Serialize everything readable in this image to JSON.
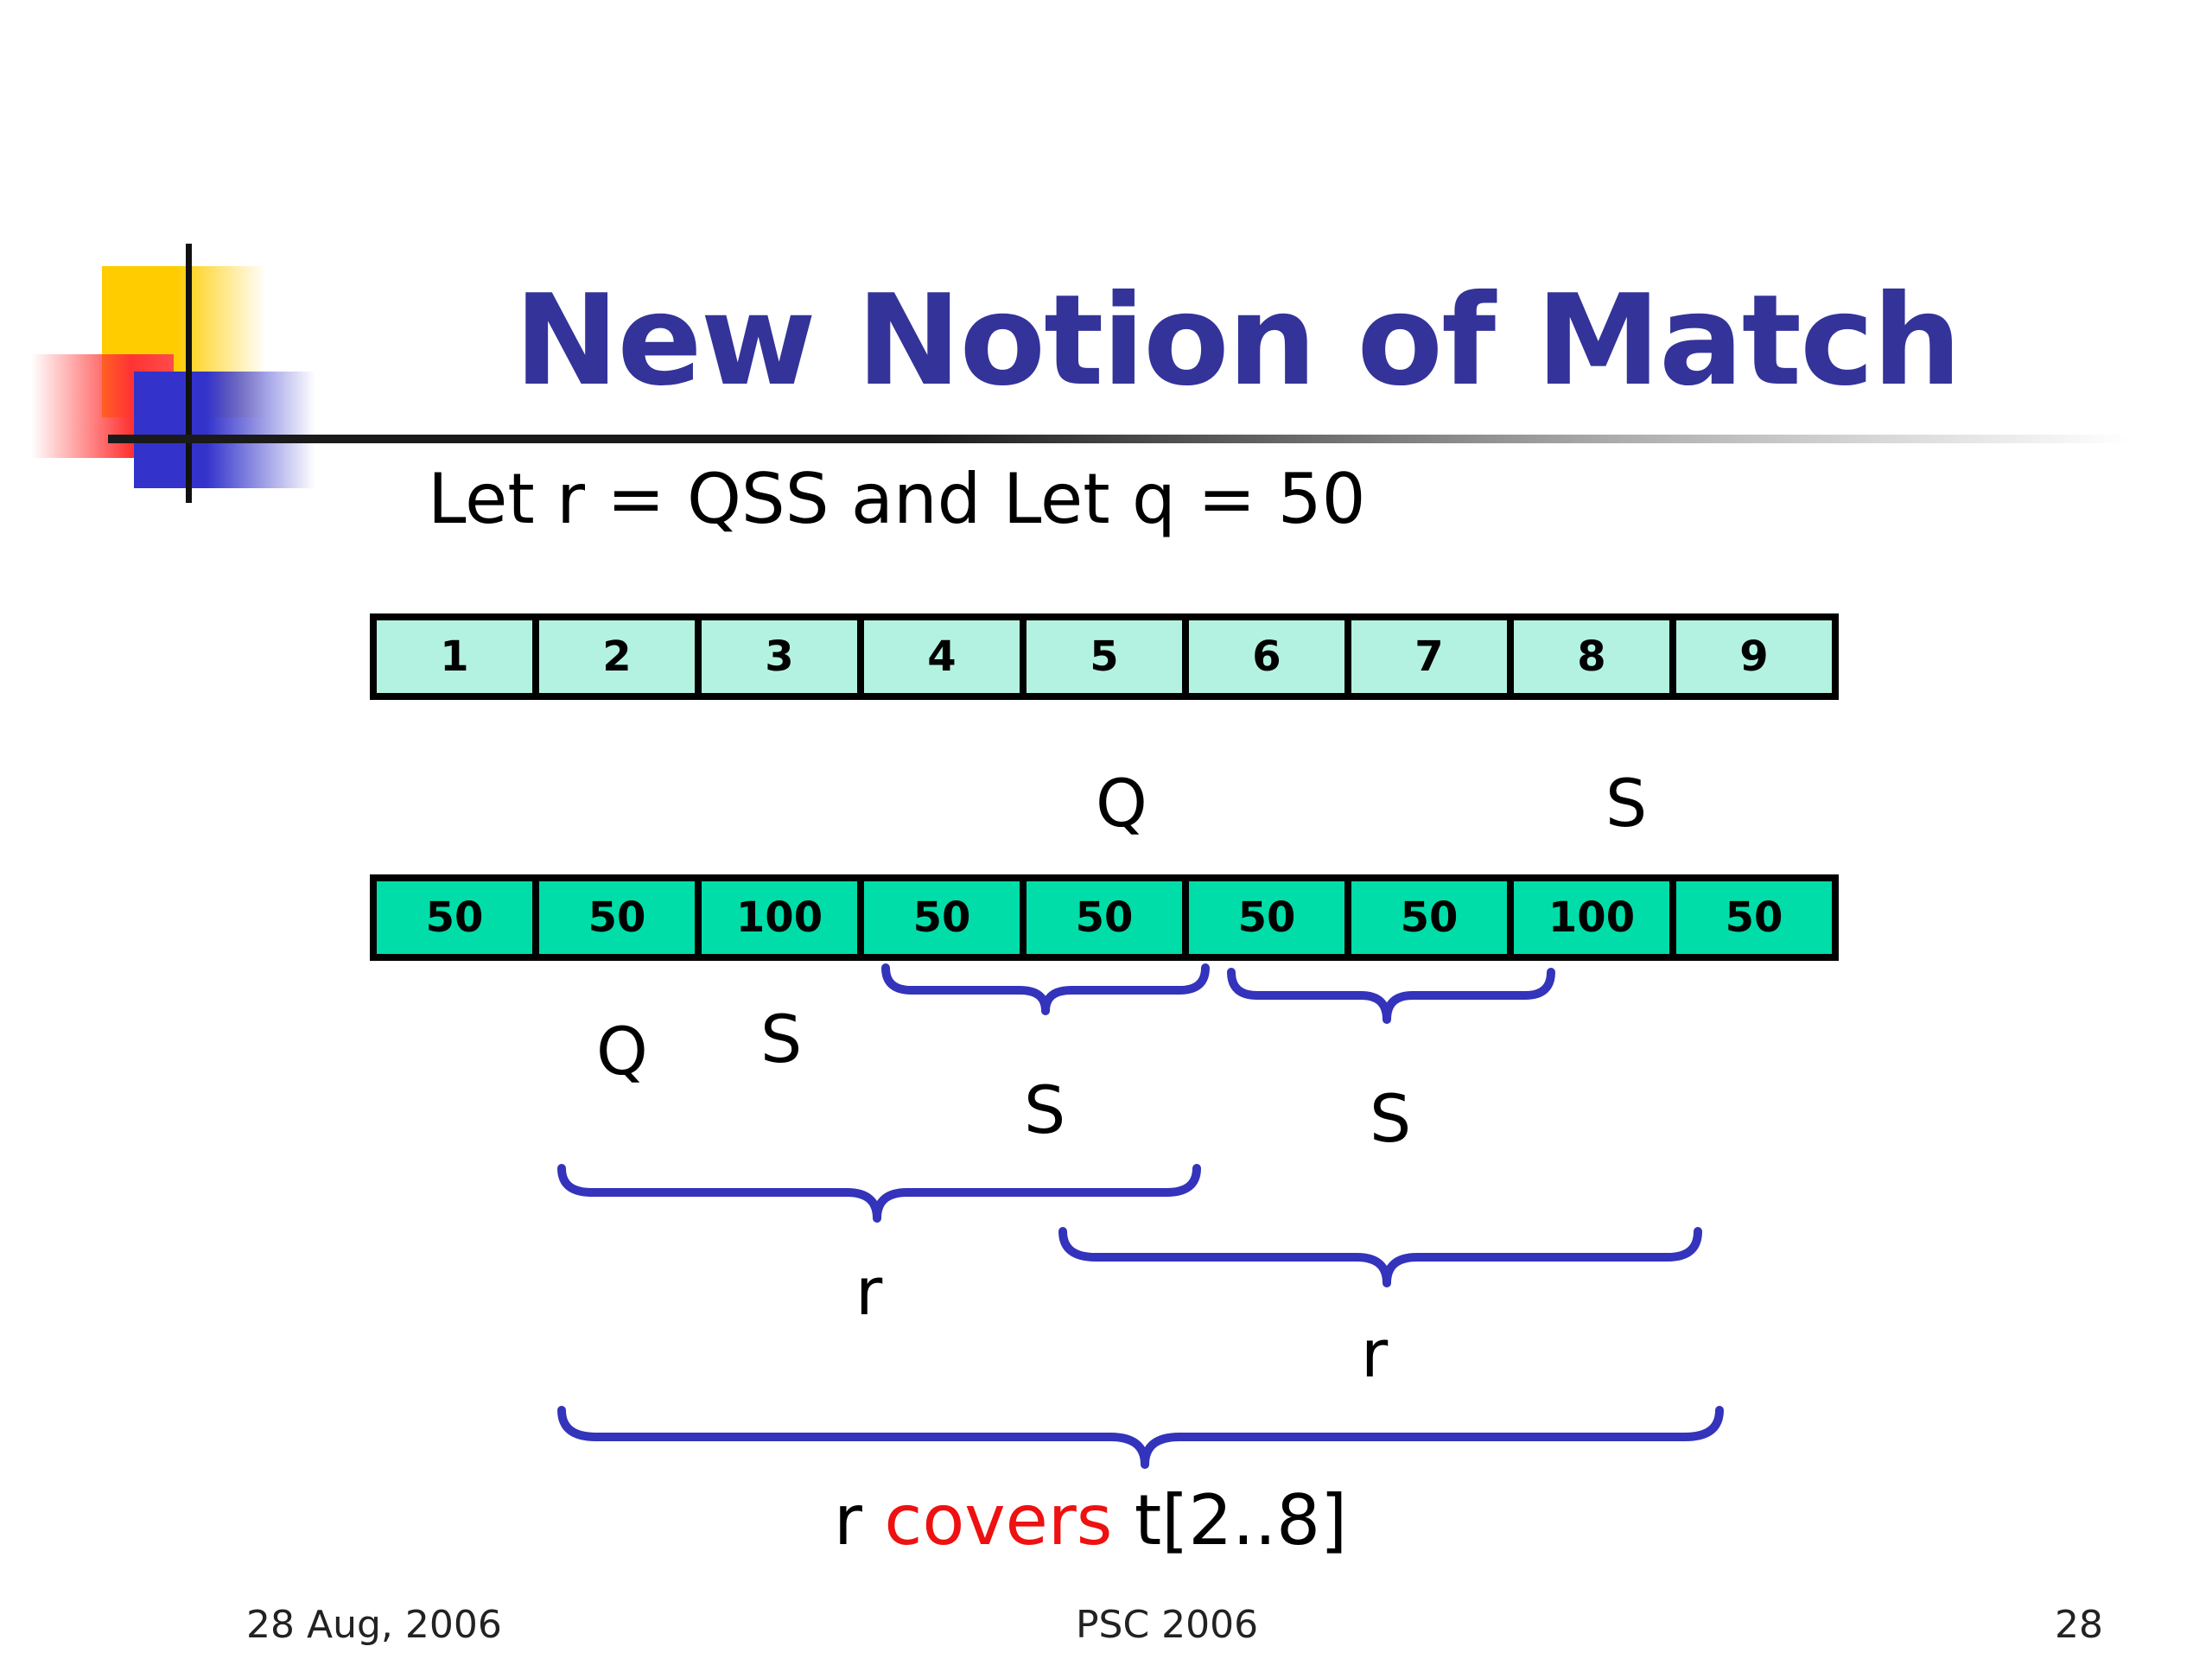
{
  "title": "New Notion of Match",
  "subtitle": "Let r = QSS and Let q = 50",
  "index_row": [
    "1",
    "2",
    "3",
    "4",
    "5",
    "6",
    "7",
    "8",
    "9"
  ],
  "value_row": [
    "50",
    "50",
    "100",
    "50",
    "50",
    "50",
    "50",
    "100",
    "50"
  ],
  "labels": {
    "q_top": "Q",
    "s_top": "S",
    "q_low": "Q",
    "s_low": "S",
    "s_mid_left": "S",
    "s_mid_right": "S",
    "r_left": "r",
    "r_right": "r"
  },
  "caption": {
    "part1": "r ",
    "part2": "covers",
    "part3": " t[2..8]"
  },
  "footer": {
    "date": "28 Aug, 2006",
    "center": "PSC 2006",
    "page": "28"
  },
  "colors": {
    "title": "#333399",
    "brace": "#3333bb",
    "index_cell": "#b3f2e1",
    "value_cell": "#00dda8",
    "highlight": "#ee1111"
  }
}
